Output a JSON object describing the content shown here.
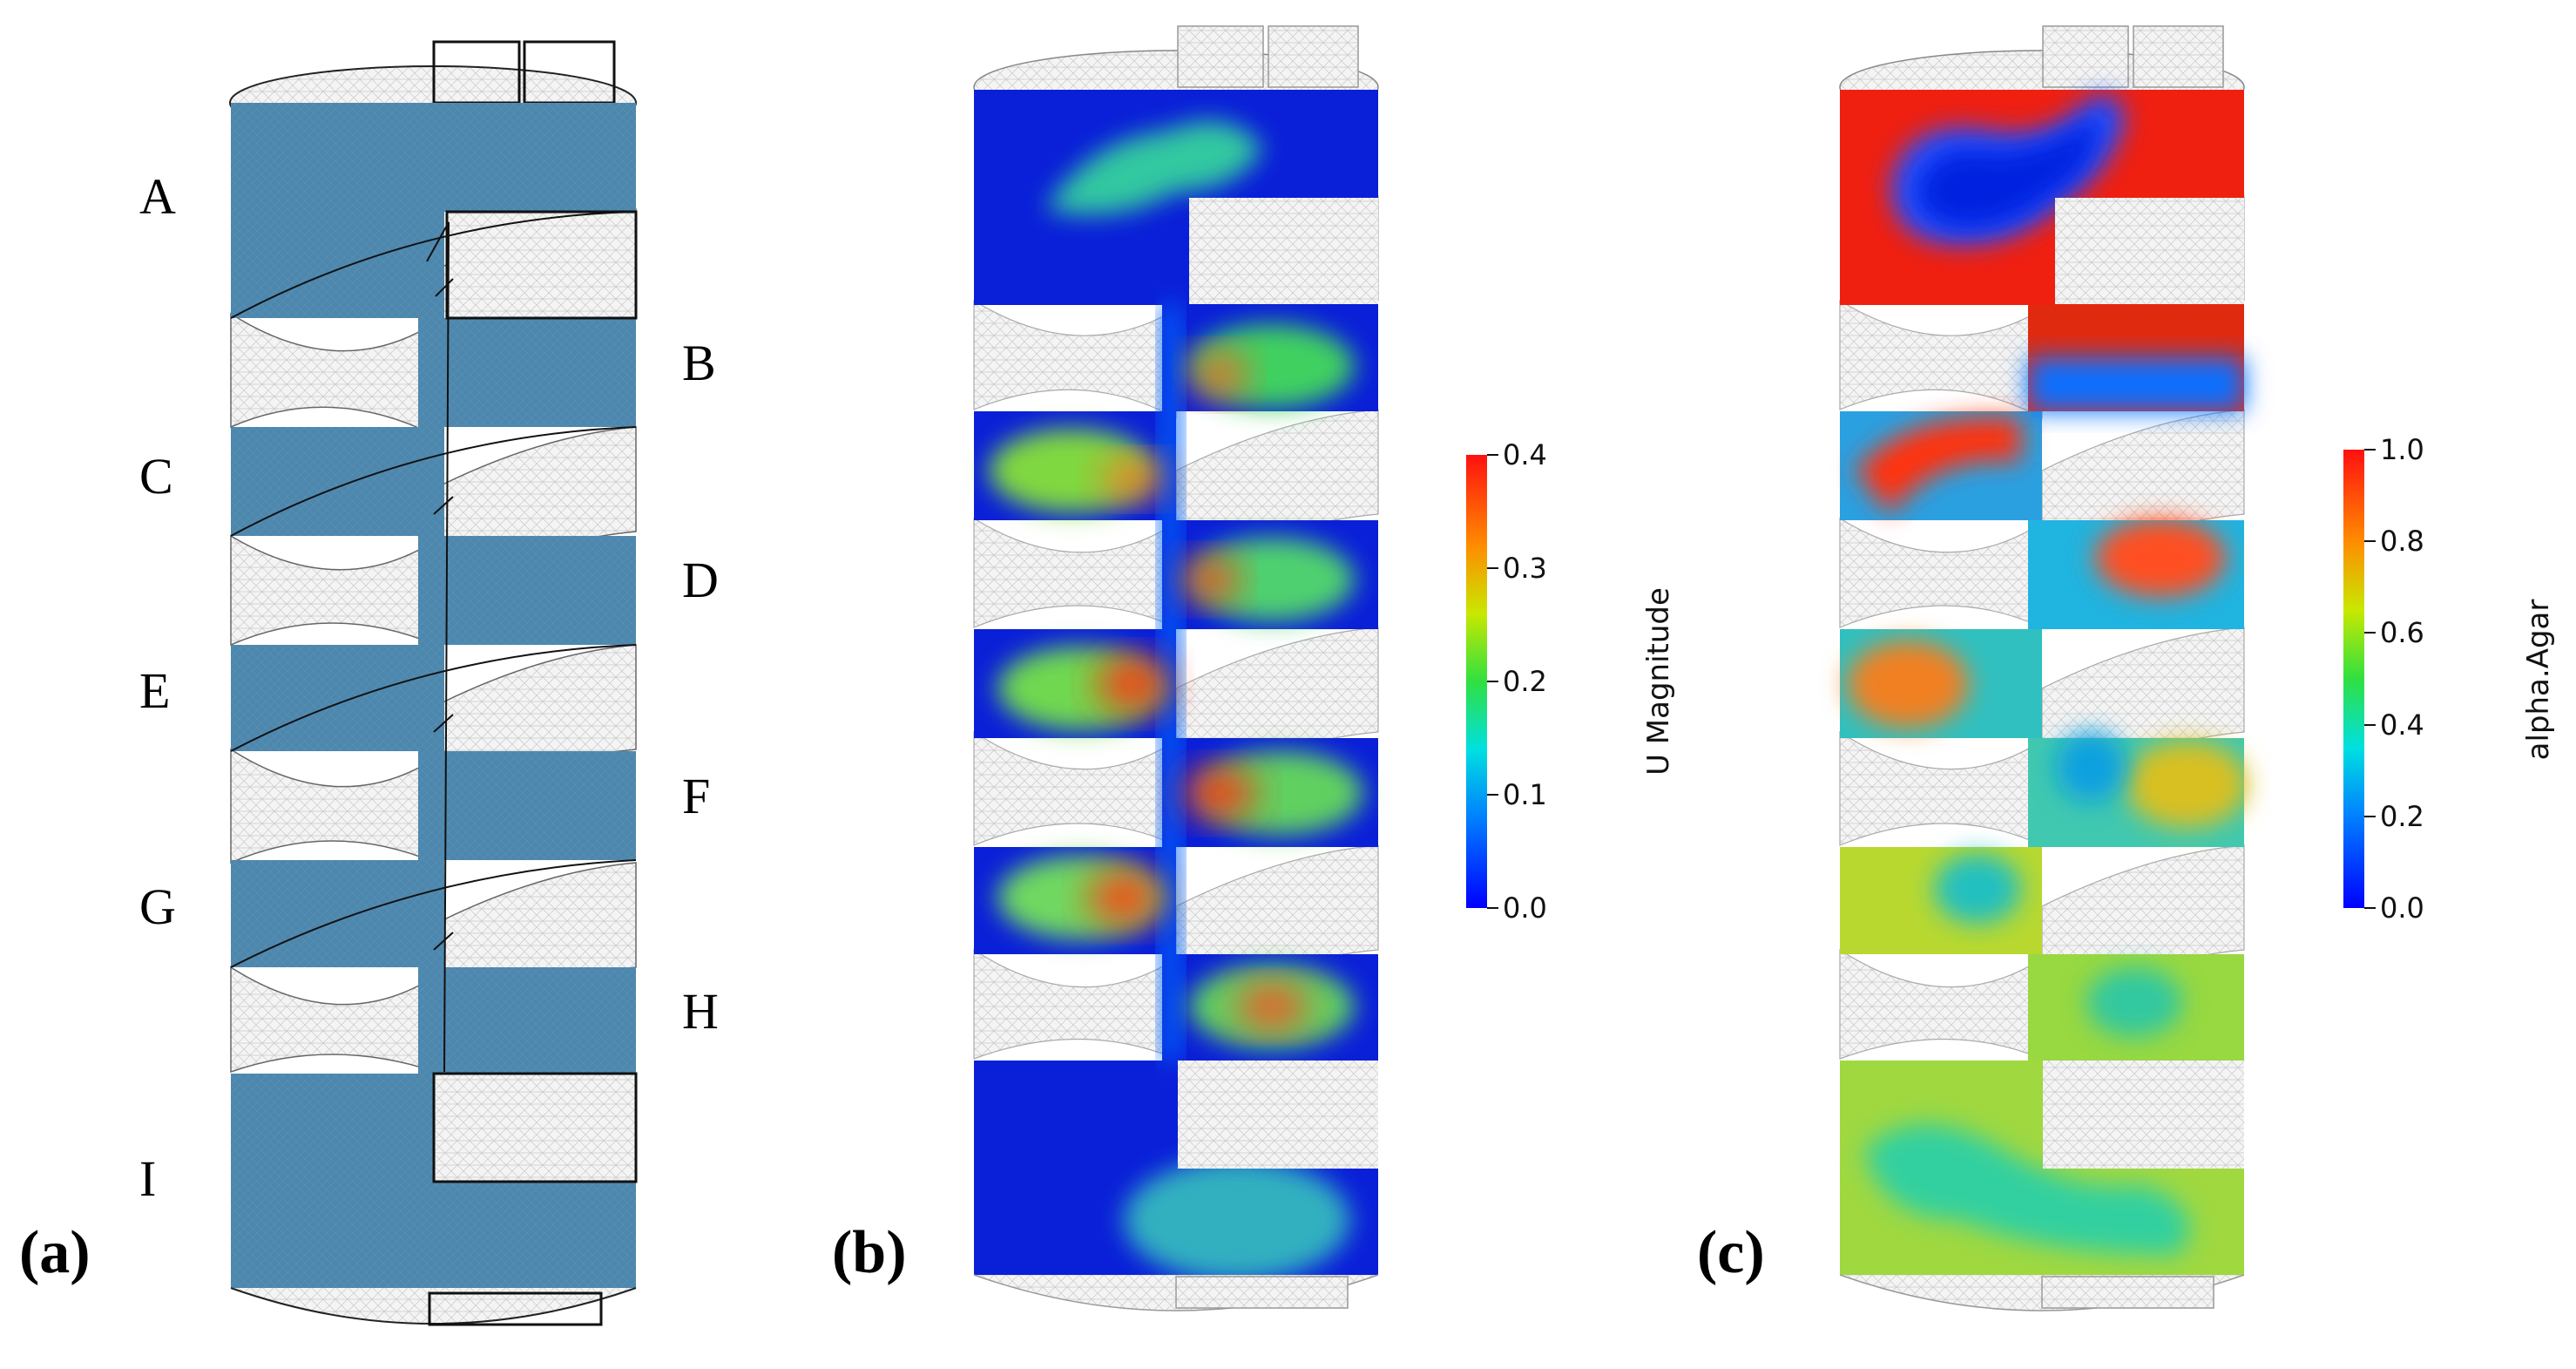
{
  "figure": {
    "panel_tags": [
      "(a)",
      "(b)",
      "(c)"
    ],
    "zone_labels": [
      "A",
      "B",
      "C",
      "D",
      "E",
      "F",
      "G",
      "H",
      "I"
    ],
    "colors": {
      "mesh_section": "#4d87ad",
      "mesh_wire": "#999999",
      "outline": "#111111",
      "background": "#ffffff"
    }
  },
  "colorbars": [
    {
      "title": "U Magnitude",
      "ticks": [
        "0.0",
        "0.1",
        "0.2",
        "0.3",
        "0.4"
      ],
      "min": 0.0,
      "max": 0.4,
      "colormap": "rainbow-jet"
    },
    {
      "title": "alpha.Agar",
      "ticks": [
        "0.0",
        "0.2",
        "0.4",
        "0.6",
        "0.8",
        "1.0"
      ],
      "min": 0.0,
      "max": 1.0,
      "colormap": "rainbow-jet"
    }
  ]
}
